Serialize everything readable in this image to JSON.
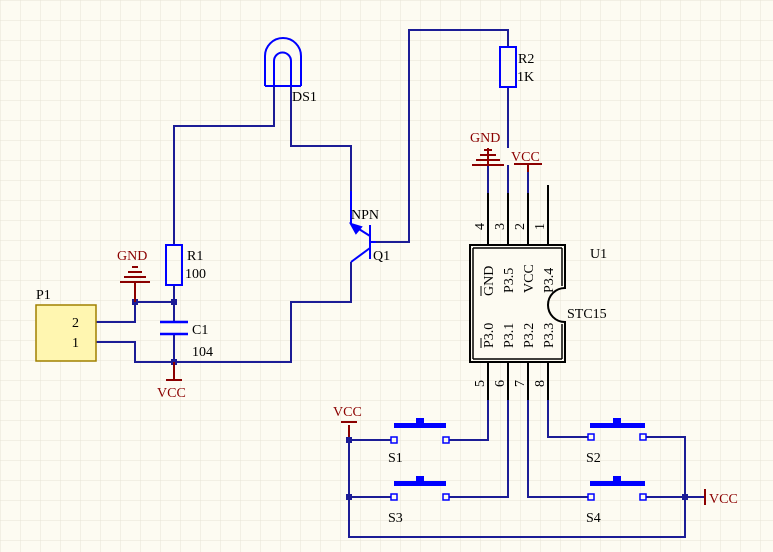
{
  "colors": {
    "background": "#fdfbf2",
    "grid": "#e6e3d6",
    "wire": "#1c1c96",
    "power": "#8b0000",
    "component": "#0000ff",
    "connector_fill": "#fff6b0",
    "connector_stroke": "#a08000",
    "text": "#000000"
  },
  "led": {
    "designator": "DS1"
  },
  "transistor": {
    "designator": "Q1",
    "type": "NPN"
  },
  "r1": {
    "designator": "R1",
    "value": "100"
  },
  "r2": {
    "designator": "R2",
    "value": "1K"
  },
  "c1": {
    "designator": "C1",
    "value": "104"
  },
  "p1": {
    "designator": "P1",
    "pins": [
      "2",
      "1"
    ]
  },
  "u1": {
    "designator": "U1",
    "part": "STC15",
    "top_pin_numbers": [
      "4",
      "3",
      "2",
      "1"
    ],
    "top_pin_names": [
      "GND",
      "P3.5",
      "VCC",
      "P3.4"
    ],
    "bottom_pin_numbers": [
      "5",
      "6",
      "7",
      "8"
    ],
    "bottom_pin_names": [
      "P3.0",
      "P3.1",
      "P3.2",
      "P3.3"
    ]
  },
  "switches": {
    "s1": "S1",
    "s2": "S2",
    "s3": "S3",
    "s4": "S4"
  },
  "power": {
    "gnd_r1": "GND",
    "gnd_u1": "GND",
    "vcc_c1": "VCC",
    "vcc_u1": "VCC",
    "vcc_s_left": "VCC",
    "vcc_s_right": "VCC"
  }
}
